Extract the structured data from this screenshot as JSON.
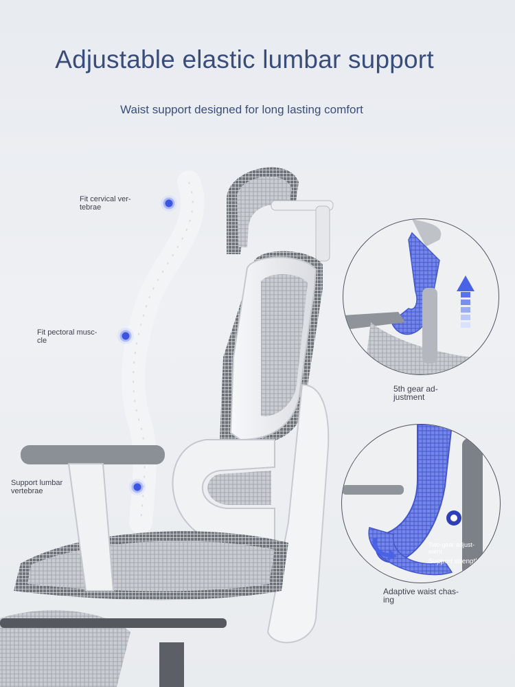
{
  "header": {
    "title": "Adjustable elastic lumbar support",
    "subtitle": "Waist support designed for long lasting comfort"
  },
  "labels": {
    "cervical": "Fit cervical ver-\ntebrae",
    "pectoral": "Fit pectoral musc-\ncle",
    "lumbar": "Support lumbar\nvertebrae",
    "gear_adjustment": "5th gear ad-\njustment",
    "adaptive_waist": "Adaptive waist chas-\ning",
    "two_gear": "Two-gear adjust-\nment",
    "support_strength": "Support strength"
  },
  "colors": {
    "accent_blue": "#3a4d7a",
    "dot_blue": "#3b55e0",
    "lumbar_blue": "#6b7fe6"
  }
}
